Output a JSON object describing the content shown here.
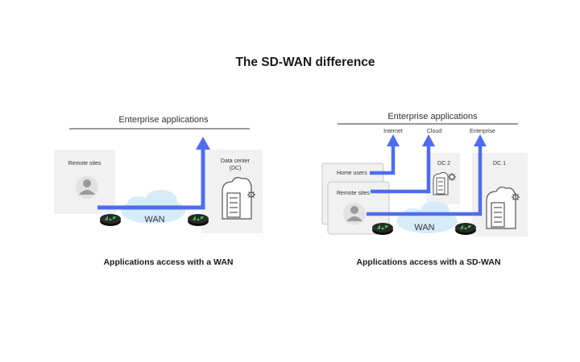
{
  "title": "The SD-WAN difference",
  "left": {
    "header": "Enterprise applications",
    "remote_sites": "Remote sites",
    "data_center": [
      "Data center",
      "(DC)"
    ],
    "wan": "WAN",
    "caption": "Applications access with a WAN"
  },
  "right": {
    "header": "Enterprise applications",
    "destinations": [
      "Internet",
      "Cloud",
      "Enterprise"
    ],
    "home_users": "Home users",
    "remote_sites": "Remote sites",
    "dc2": "DC 2",
    "dc1": "DC 1",
    "wan": "WAN",
    "caption": "Applications access with a SD-WAN"
  },
  "colors": {
    "arrow": "#4f6cf0",
    "panel": "#f1f1f1",
    "cloud": "#d6ecf9",
    "router": "#1f1f1f",
    "router_accent": "#3fd15a"
  },
  "icons": [
    "user-avatar-icon",
    "server-icon",
    "gear-icon",
    "cloud-icon",
    "router-icon"
  ]
}
